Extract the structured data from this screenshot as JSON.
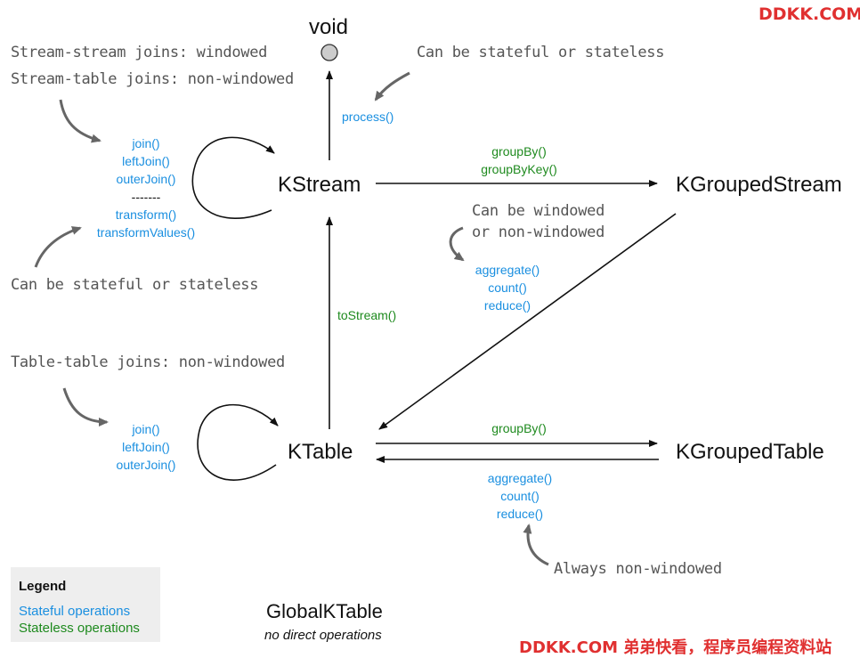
{
  "nodes": {
    "void": "void",
    "kstream": "KStream",
    "kgroupedstream": "KGroupedStream",
    "ktable": "KTable",
    "kgroupedtable": "KGroupedTable",
    "globalktable": "GlobalKTable",
    "globalktable_note": "no direct operations"
  },
  "ops": {
    "process": "process()",
    "stream_joins": [
      "join()",
      "leftJoin()",
      "outerJoin()",
      "-------",
      "transform()",
      "transformValues()"
    ],
    "group_stream": [
      "groupBy()",
      "groupByKey()"
    ],
    "agg_stream": [
      "aggregate()",
      "count()",
      "reduce()"
    ],
    "to_stream": "toStream()",
    "table_joins": [
      "join()",
      "leftJoin()",
      "outerJoin()"
    ],
    "group_table": "groupBy()",
    "agg_table": [
      "aggregate()",
      "count()",
      "reduce()"
    ]
  },
  "notes": {
    "stream_join_types": [
      "Stream-stream joins: windowed",
      "Stream-table joins: non-windowed"
    ],
    "process_stateful": "Can be stateful or stateless",
    "transform_stateful": "Can be stateful or stateless",
    "windowed": [
      "Can be windowed",
      "or non-windowed"
    ],
    "table_join_types": "Table-table joins: non-windowed",
    "always_nonwindowed": "Always non-windowed"
  },
  "legend": {
    "title": "Legend",
    "stateful": "Stateful operations",
    "stateless": "Stateless operations"
  },
  "watermarks": {
    "top": "DDKK.COM",
    "bottom": "DDKK.COM 弟弟快看，程序员编程资料站"
  },
  "colors": {
    "stateful": "#1a8fe0",
    "stateless": "#1e8a1e",
    "watermark": "#e03030"
  }
}
